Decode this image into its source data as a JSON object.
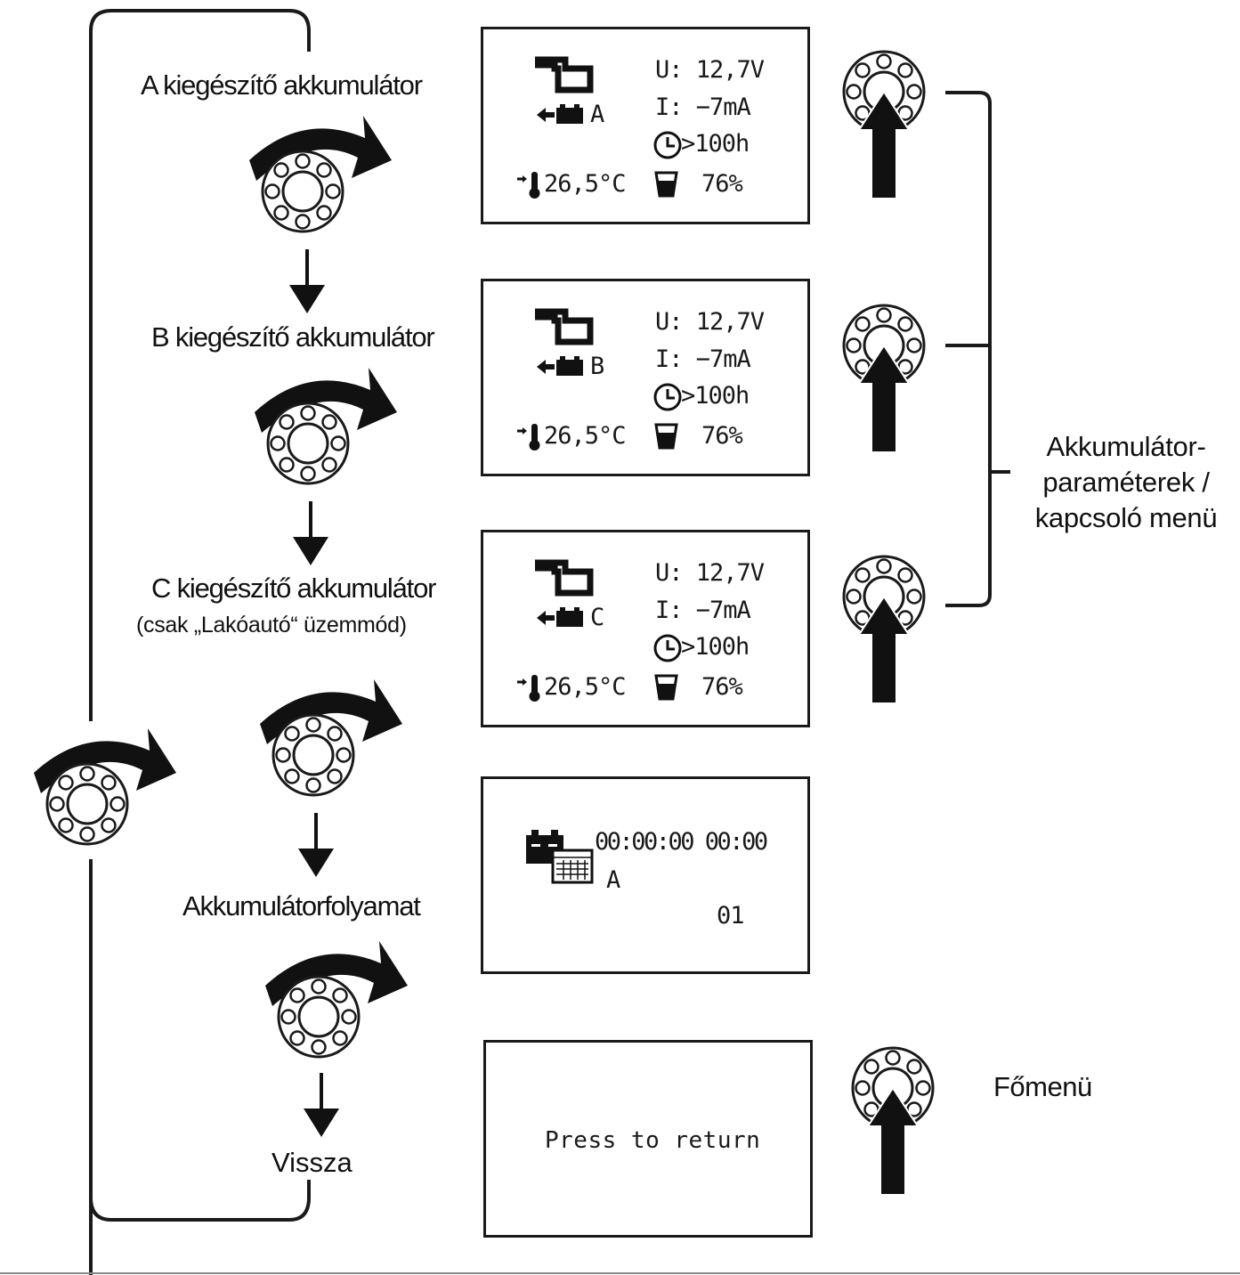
{
  "labels": {
    "aux_a": "A kiegészítő akkumulátor",
    "aux_b": "B kiegészítő akkumulátor",
    "aux_c": "C kiegészítő akkumulátor",
    "aux_c_note": "(csak „Lakóautó“ üzemmód)",
    "history": "Akkumulátorfolyamat",
    "back": "Vissza",
    "side_params_line1": "Akkumulátor-",
    "side_params_line2": "paraméterek /",
    "side_params_line3": "kapcsoló menü",
    "main_menu": "Főmenü"
  },
  "screens": {
    "a": {
      "letter": "A",
      "voltage": "U: 12,7V",
      "current": "I:  −7mA",
      "time": ">100h",
      "temp": "26,5°C",
      "charge": "76%"
    },
    "b": {
      "letter": "B",
      "voltage": "U: 12,7V",
      "current": "I:  −7mA",
      "time": ">100h",
      "temp": "26,5°C",
      "charge": "76%"
    },
    "c": {
      "letter": "C",
      "voltage": "U: 12,7V",
      "current": "I:  −7mA",
      "time": ">100h",
      "temp": "26,5°C",
      "charge": "76%"
    },
    "history": {
      "datetime": "00:00:00 00:00",
      "battery": "A",
      "index": "01"
    },
    "return": {
      "text": "Press to return"
    }
  },
  "icons": {
    "knob_turn": "rotary-knob-turn-icon",
    "knob_press": "rotary-knob-press-icon",
    "van": "camper-van-icon",
    "battery": "battery-icon",
    "clock": "clock-icon",
    "thermometer": "thermometer-icon",
    "charge_level": "charge-level-icon",
    "calendar": "calendar-icon"
  },
  "colors": {
    "ink": "#1a1a1a",
    "background": "#ffffff"
  }
}
